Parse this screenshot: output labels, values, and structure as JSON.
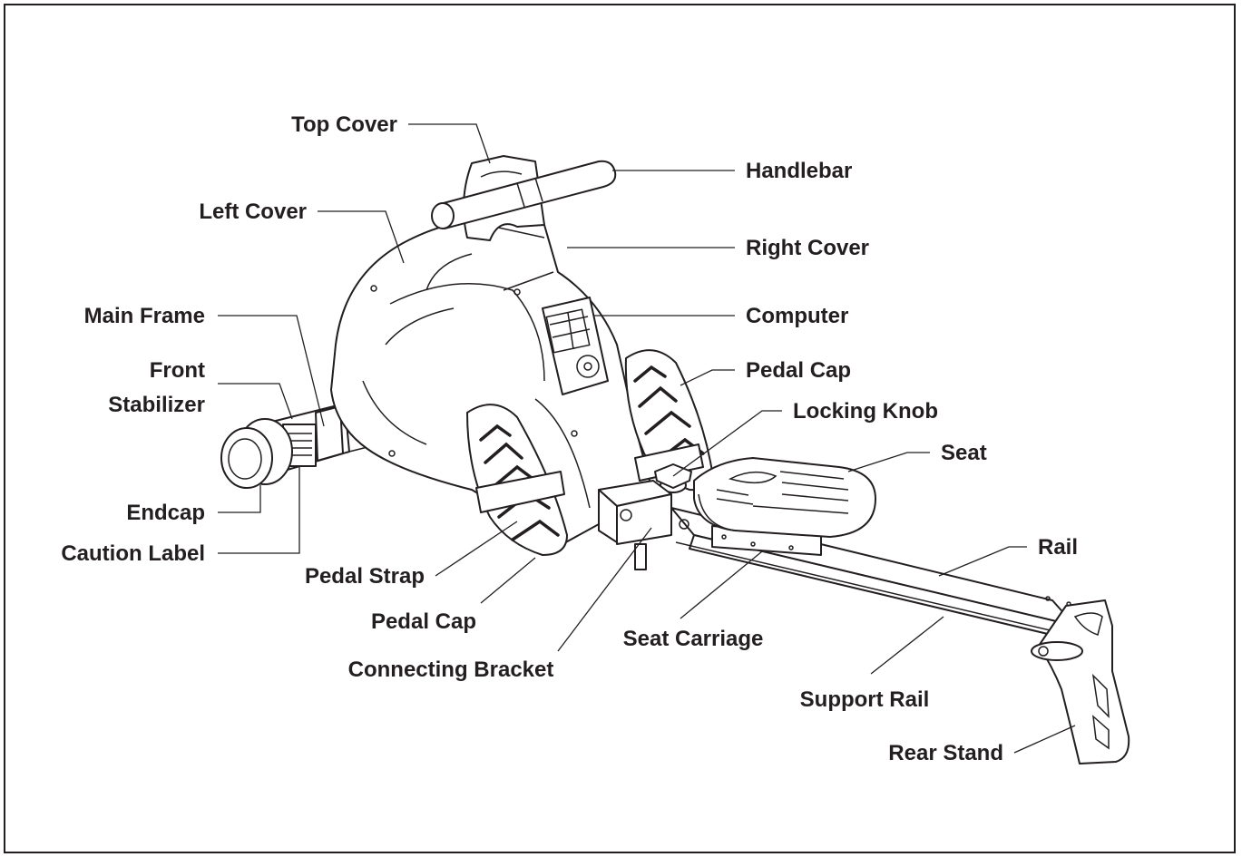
{
  "labels": {
    "top_cover": "Top Cover",
    "handlebar": "Handlebar",
    "left_cover": "Left Cover",
    "right_cover": "Right Cover",
    "main_frame": "Main Frame",
    "computer": "Computer",
    "front_stabilizer_line1": "Front",
    "front_stabilizer_line2": "Stabilizer",
    "pedal_cap_right": "Pedal Cap",
    "locking_knob": "Locking Knob",
    "seat": "Seat",
    "endcap": "Endcap",
    "rail": "Rail",
    "caution_label": "Caution Label",
    "pedal_strap": "Pedal Strap",
    "pedal_cap_left": "Pedal Cap",
    "seat_carriage": "Seat Carriage",
    "connecting_bracket": "Connecting Bracket",
    "support_rail": "Support Rail",
    "rear_stand": "Rear Stand"
  },
  "colors": {
    "ink": "#231f20",
    "background": "#ffffff"
  }
}
